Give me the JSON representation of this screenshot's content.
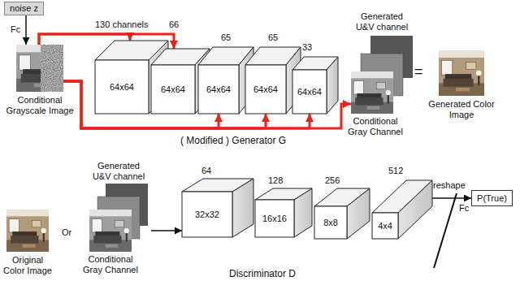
{
  "diagram": {
    "nodes": [
      {
        "text": [
          "noise z"
        ]
      },
      {
        "text": [
          "Conditional Grayscale Image"
        ]
      },
      {
        "text": [
          "130 channels",
          "64x64"
        ]
      },
      {
        "text": [
          "66",
          "64x64"
        ]
      },
      {
        "text": [
          "65",
          "64x64"
        ]
      },
      {
        "text": [
          "65",
          "64x64"
        ]
      },
      {
        "text": [
          "33",
          "64x64"
        ]
      },
      {
        "text": [
          "Generated U&V channel",
          "Conditional Gray Channel"
        ]
      },
      {
        "text": [
          "Generated Color Image"
        ]
      },
      {
        "text": [
          "Original Color Image"
        ]
      },
      {
        "text": [
          "Generated U&V channel",
          "Conditional Gray Channel"
        ]
      },
      {
        "text": [
          "64",
          "32x32"
        ]
      },
      {
        "text": [
          "128",
          "16x16"
        ]
      },
      {
        "text": [
          "256",
          "8x8"
        ]
      },
      {
        "text": [
          "512",
          "4x4"
        ]
      },
      {
        "text": [
          "P(True)"
        ]
      }
    ],
    "edges": [
      {
        "from": 0,
        "to": 1,
        "arrow": "to",
        "label": "Fc"
      },
      {
        "from": 1,
        "to": 2,
        "arrow": "to"
      },
      {
        "from": 1,
        "to": 3,
        "arrow": "to"
      },
      {
        "from": 1,
        "to": 4,
        "arrow": "to"
      },
      {
        "from": 1,
        "to": 5,
        "arrow": "to"
      },
      {
        "from": 1,
        "to": 6,
        "arrow": "to"
      },
      {
        "from": 1,
        "to": 7,
        "arrow": "to"
      },
      {
        "from": 10,
        "to": 11,
        "arrow": "to"
      },
      {
        "from": 14,
        "to": 15,
        "arrow": "to",
        "label": "Fc"
      }
    ],
    "labels": [
      "=",
      "( Modified ) Generator G",
      "Or",
      "reshape",
      "Discriminator D"
    ]
  }
}
